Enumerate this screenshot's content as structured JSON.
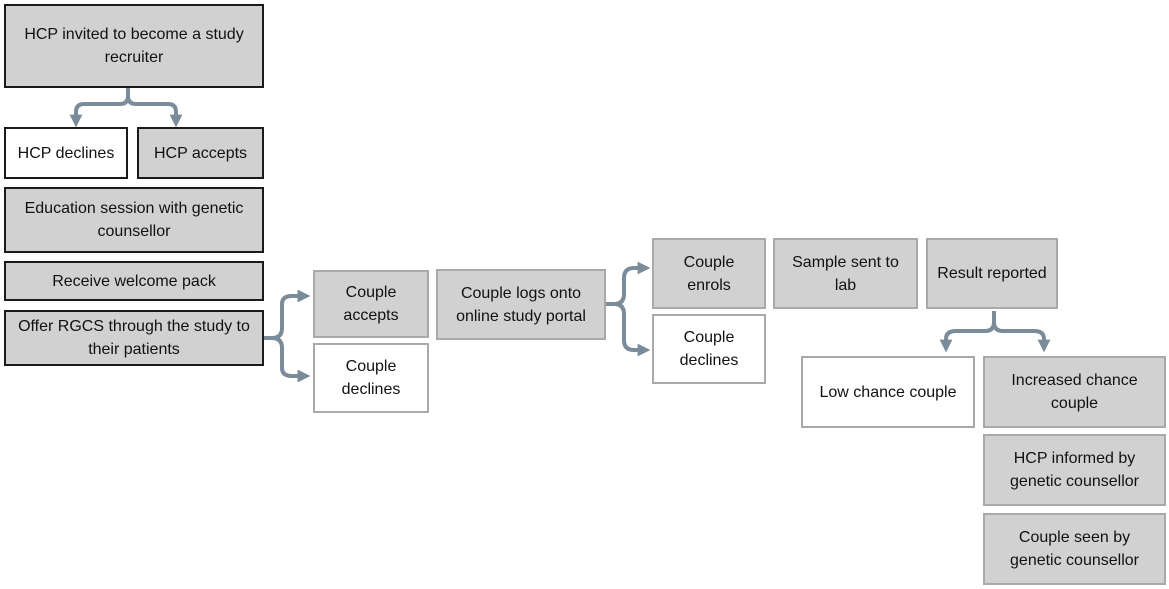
{
  "colors": {
    "filled": "#d1d1d1",
    "empty": "#ffffff",
    "arrow": "#7a8b99"
  },
  "boxes": {
    "hcp_invited": {
      "text": "HCP invited to become a study recruiter",
      "fill": "filled"
    },
    "hcp_declines": {
      "text": "HCP declines",
      "fill": "empty"
    },
    "hcp_accepts": {
      "text": "HCP accepts",
      "fill": "filled"
    },
    "education_session": {
      "text": "Education session with genetic counsellor",
      "fill": "filled"
    },
    "welcome_pack": {
      "text": "Receive welcome pack",
      "fill": "filled"
    },
    "offer_rgcs": {
      "text": "Offer RGCS through the study to their patients",
      "fill": "filled"
    },
    "couple_accepts": {
      "text": "Couple accepts",
      "fill": "filled"
    },
    "couple_declines_1": {
      "text": "Couple declines",
      "fill": "empty"
    },
    "couple_logs_on": {
      "text": "Couple logs onto online study portal",
      "fill": "filled"
    },
    "couple_enrols": {
      "text": "Couple enrols",
      "fill": "filled"
    },
    "couple_declines_2": {
      "text": "Couple declines",
      "fill": "empty"
    },
    "sample_sent": {
      "text": "Sample sent to lab",
      "fill": "filled"
    },
    "result_reported": {
      "text": "Result reported",
      "fill": "filled"
    },
    "low_chance": {
      "text": "Low chance couple",
      "fill": "empty"
    },
    "increased_chance": {
      "text": "Increased chance couple",
      "fill": "filled"
    },
    "hcp_informed": {
      "text": "HCP informed by genetic counsellor",
      "fill": "filled"
    },
    "couple_seen": {
      "text": "Couple seen by genetic counsellor",
      "fill": "filled"
    }
  }
}
